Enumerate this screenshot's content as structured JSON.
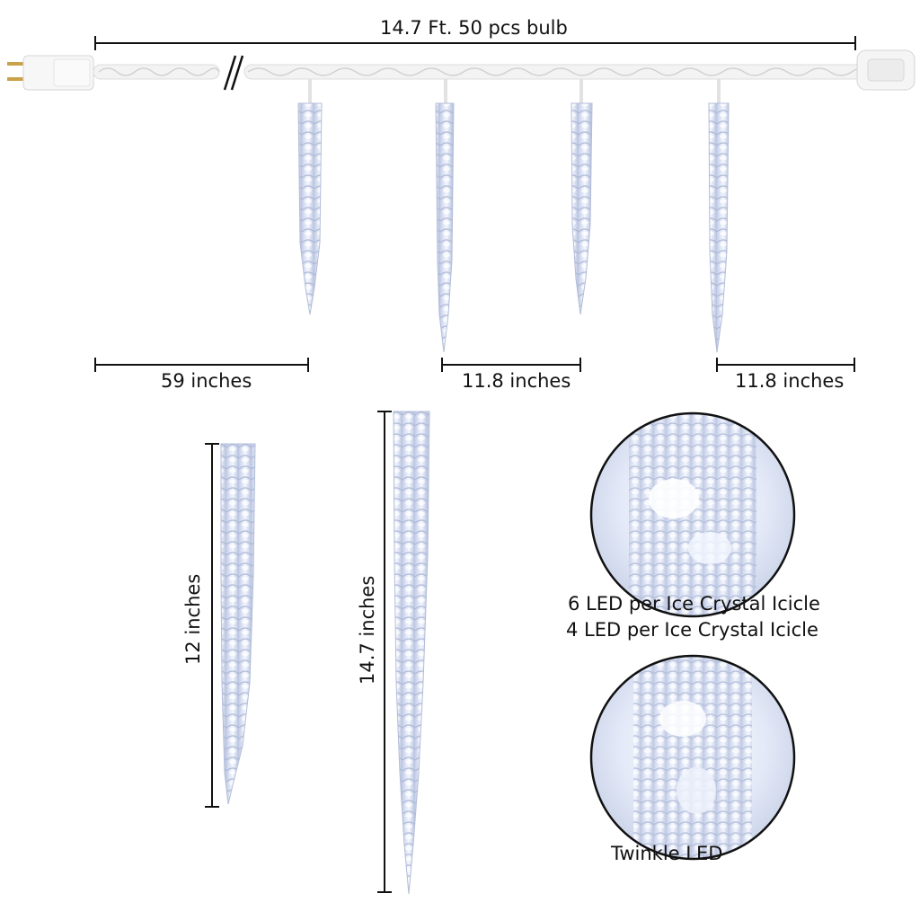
{
  "title_dimension": "14.7 Ft.  50 pcs bulb",
  "spacing": {
    "first": "59 inches",
    "between_a": "11.8 inches",
    "between_b": "11.8 inches"
  },
  "short_icicle_height": "12 inches",
  "long_icicle_height": "14.7 inches",
  "led_caption_line1": "6 LED per Ice Crystal Icicle",
  "led_caption_line2": "4 LED per Ice Crystal Icicle",
  "twinkle_caption": "Twinkle LED",
  "colors": {
    "icicle": "#dfe6f7",
    "icicle_shade": "#b9c4de",
    "cable": "#f4f4f4",
    "line": "#111111"
  }
}
